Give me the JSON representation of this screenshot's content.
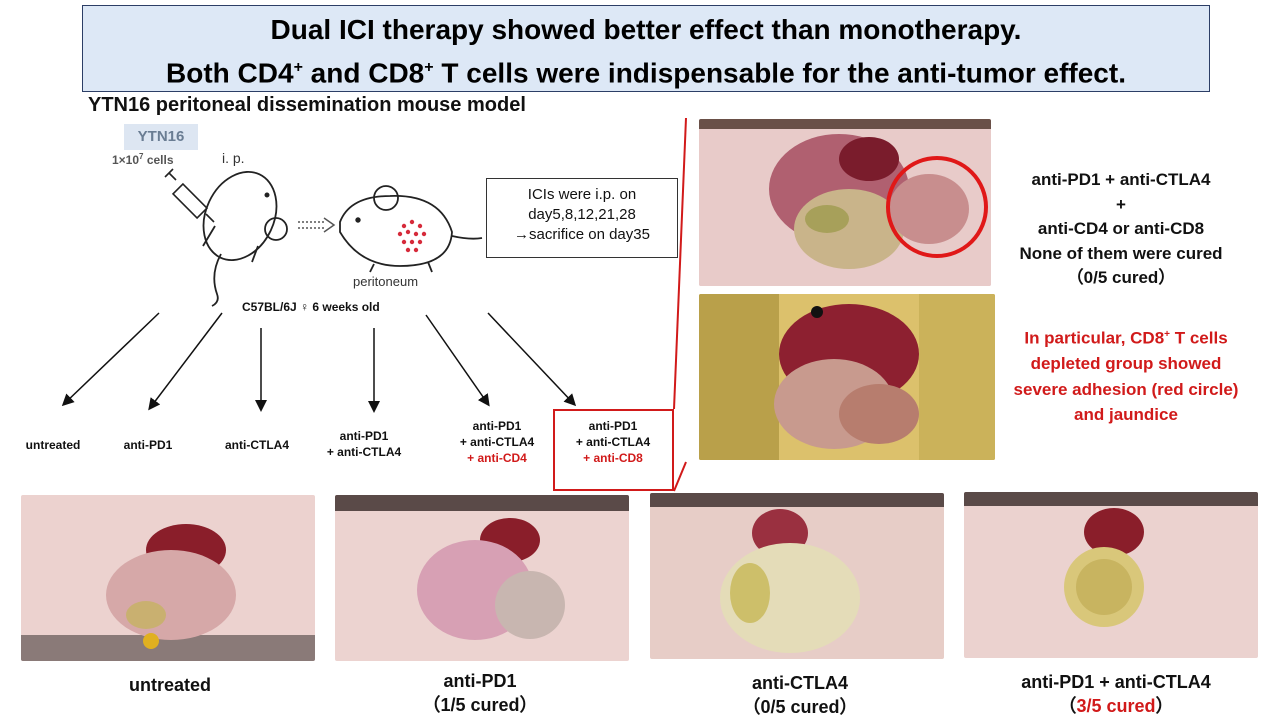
{
  "title": {
    "line1": "Dual ICI therapy showed better effect than monotherapy.",
    "line2_a": "Both CD4",
    "line2_sup1": "+",
    "line2_b": " and CD8",
    "line2_sup2": "+",
    "line2_c": " T cells were indispensable for the anti-tumor effect."
  },
  "model": {
    "title": "YTN16 peritoneal dissemination mouse model",
    "cell_line": "YTN16",
    "cells_a": "1×10",
    "cells_sup": "7",
    "cells_b": " cells",
    "route": "i. p.",
    "peritoneum": "peritoneum",
    "strain": "C57BL/6J ♀ 6 weeks old",
    "schedule": [
      "ICIs were i.p. on",
      "day5,8,12,21,28",
      "→sacrifice on day35"
    ]
  },
  "groups": {
    "untreated": "untreated",
    "pd1": "anti-PD1",
    "ctla4": "anti-CTLA4",
    "combo_l1": "anti-PD1",
    "combo_l2": "+ anti-CTLA4",
    "cd4_l1": "anti-PD1",
    "cd4_l2": "+ anti-CTLA4",
    "cd4_l3": "+ anti-CD4",
    "cd8_l1": "anti-PD1",
    "cd8_l2": "+ anti-CTLA4",
    "cd8_l3": "+ anti-CD8"
  },
  "photo_captions": {
    "untreated": "untreated",
    "pd1_name": "anti-PD1",
    "pd1_cured": "（1/5 cured）",
    "ctla4_name": "anti-CTLA4",
    "ctla4_cured": "（0/5 cured）",
    "combo_name": "anti-PD1 + anti-CTLA4",
    "combo_open": "（",
    "combo_cured": "3/5 cured",
    "combo_close": "）"
  },
  "right_panel": {
    "lines": [
      "anti-PD1 + anti-CTLA4",
      "+",
      "anti-CD4  or anti-CD8",
      "None of them were cured",
      "（0/5 cured）"
    ],
    "red_a": "In particular, CD8",
    "red_sup": "+",
    "red_b": " T cells",
    "red_lines": [
      "depleted group showed",
      "severe adhesion (red circle)",
      "and jaundice"
    ]
  },
  "colors": {
    "accent_red": "#d11a1a",
    "title_bg": "#dde8f6",
    "tissue_pink": "#e8c8c4",
    "organ_red": "#8a1e2a",
    "intestine_yellow": "#d8c070"
  }
}
